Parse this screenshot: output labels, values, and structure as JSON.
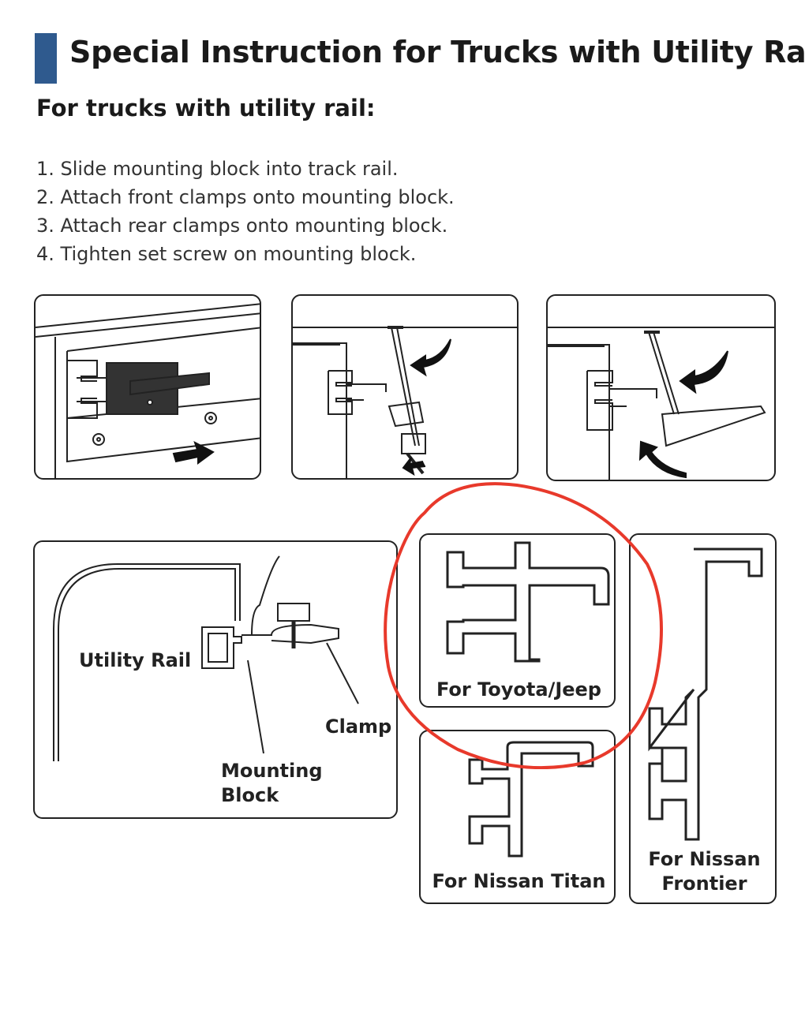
{
  "header": {
    "title": "Special Instruction for Trucks with Utility Rail",
    "title_colon": ":",
    "subtitle": "For trucks with utility rail:",
    "accent_color": "#2f5a8e"
  },
  "steps": [
    "1. Slide mounting block into track rail.",
    "2. Attach front clamps onto mounting block.",
    "3. Attach rear clamps onto mounting block.",
    "4. Tighten set screw on mounting block."
  ],
  "diagram": {
    "utility_rail": "Utility Rail",
    "clamp": "Clamp",
    "mounting_block_line1": "Mounting",
    "mounting_block_line2": "Block"
  },
  "profiles": {
    "toyota_jeep": "For Toyota/Jeep",
    "nissan_titan": "For Nissan Titan",
    "nissan_frontier_line1": "For Nissan",
    "nissan_frontier_line2": "Frontier"
  },
  "annotation": {
    "highlight_color": "#e8392b",
    "highlighted": "For Toyota/Jeep"
  },
  "icons": [
    "arrow-right-icon",
    "curved-arrow-icon",
    "clamp-illustration",
    "rail-profile-illustration"
  ]
}
